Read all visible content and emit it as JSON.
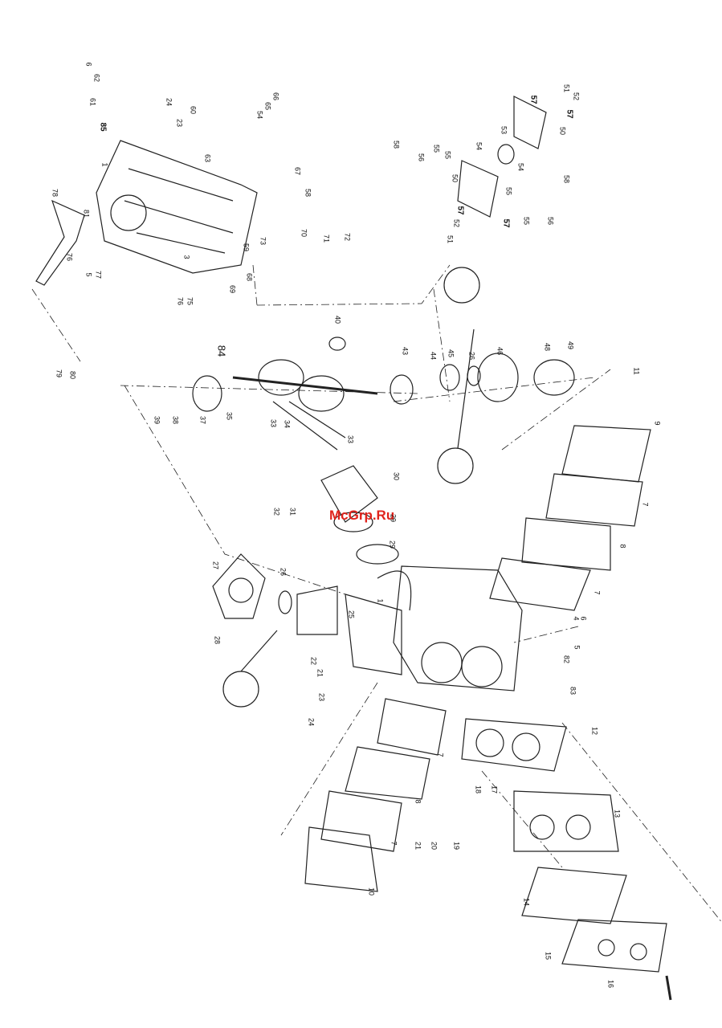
{
  "watermark": "McGrp.Ru",
  "labels": [
    "6",
    "62",
    "61",
    "85",
    "24",
    "23",
    "60",
    "63",
    "1",
    "54",
    "65",
    "66",
    "67",
    "58",
    "59",
    "78",
    "81",
    "76",
    "5",
    "77",
    "3",
    "76",
    "75",
    "73",
    "70",
    "71",
    "72",
    "69",
    "68",
    "79",
    "80",
    "39",
    "38",
    "37",
    "84",
    "35",
    "33",
    "34",
    "33",
    "40",
    "43",
    "44",
    "45",
    "26",
    "46",
    "48",
    "49",
    "11",
    "9",
    "7",
    "8",
    "7",
    "30",
    "29",
    "29",
    "32",
    "31",
    "27",
    "26",
    "25",
    "28",
    "1",
    "22",
    "21",
    "23",
    "24",
    "4",
    "6",
    "5",
    "82",
    "83",
    "12",
    "7",
    "8",
    "18",
    "17",
    "13",
    "21",
    "20",
    "19",
    "7",
    "10",
    "14",
    "15",
    "16",
    "51",
    "57",
    "52",
    "57",
    "53",
    "50",
    "58",
    "56",
    "55",
    "55",
    "54",
    "54",
    "50",
    "55",
    "58",
    "52",
    "57",
    "51",
    "57",
    "55",
    "56"
  ]
}
